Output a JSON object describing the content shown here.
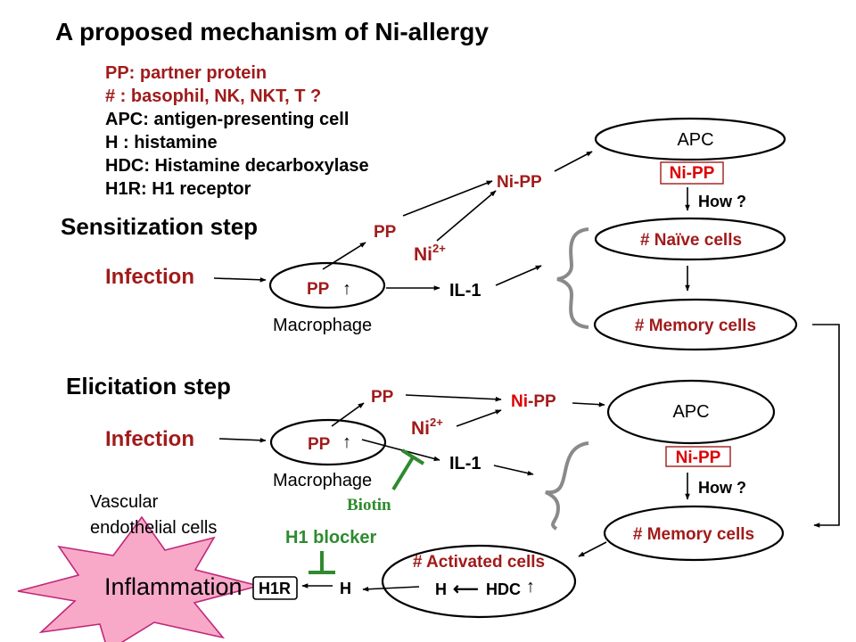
{
  "title": "A proposed mechanism of Ni-allergy",
  "legend": [
    {
      "text": "PP: partner protein",
      "color": "#a11b1b"
    },
    {
      "text": "# : basophil, NK, NKT, T ?",
      "color": "#a11b1b"
    },
    {
      "text": "APC: antigen-presenting cell",
      "color": "#000000"
    },
    {
      "text": "H : histamine",
      "color": "#000000"
    },
    {
      "text": "HDC: Histamine decarboxylase",
      "color": "#000000"
    },
    {
      "text": "H1R: H1 receptor",
      "color": "#000000"
    }
  ],
  "sensitization": {
    "heading": "Sensitization step",
    "infection": "Infection",
    "macrophage_pp": "PP",
    "up_arrow": "↑",
    "macrophage_label": "Macrophage",
    "pp": "PP",
    "ni_base": "Ni",
    "ni_charge": "2+",
    "ni_pp": "Ni-PP",
    "il1": "IL-1",
    "apc": "APC",
    "apc_ni_pp": "Ni-PP",
    "how": "How ?",
    "naive_cells": "# Naïve cells",
    "memory_cells": "# Memory cells"
  },
  "elicitation": {
    "heading": "Elicitation step",
    "infection": "Infection",
    "macrophage_pp": "PP",
    "up_arrow": "↑",
    "macrophage_label": "Macrophage",
    "pp": "PP",
    "ni_base": "Ni",
    "ni_charge": "2+",
    "ni_pp_prefix": "Ni",
    "ni_pp_suffix": "-PP",
    "il1": "IL-1",
    "biotin": "Biotin",
    "apc": "APC",
    "apc_ni_pp": "Ni-PP",
    "how": "How ?",
    "memory_cells": "# Memory cells",
    "activated_cells": "# Activated cells",
    "h_inner": "H",
    "hdc": "HDC",
    "hdc_up": "↑",
    "left_arrow": "⟵",
    "h_outer": "H",
    "h1_blocker": "H1 blocker",
    "h1r": "H1R",
    "inflammation": "Inflammation",
    "vascular_line1": "Vascular",
    "vascular_line2": "endothelial cells"
  },
  "colors": {
    "dark_red": "#a11b1b",
    "bright_red": "#dd0000",
    "green": "#2e8b2e",
    "inflammation_fill": "#f8a9c8",
    "inflammation_stroke": "#c0287a",
    "brace_gray": "#8a8a8a"
  }
}
